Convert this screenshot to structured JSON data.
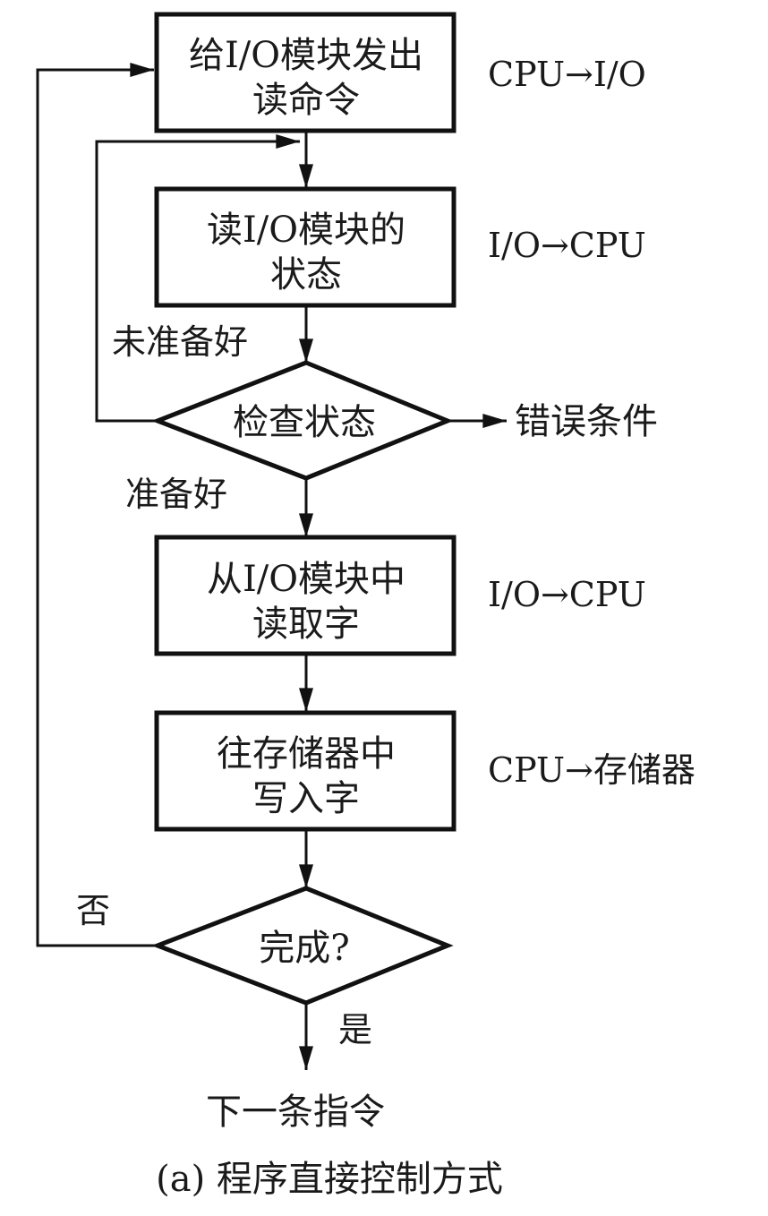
{
  "diagram": {
    "caption": "(a) 程序直接控制方式",
    "nodes": [
      {
        "id": "issue-read",
        "type": "process",
        "lines": [
          "给I/O模块发出",
          "读命令"
        ],
        "side_note": "CPU→I/O"
      },
      {
        "id": "read-status",
        "type": "process",
        "lines": [
          "读I/O模块的",
          "状态"
        ],
        "side_note": "I/O→CPU"
      },
      {
        "id": "check-status",
        "type": "decision",
        "lines": [
          "检查状态"
        ],
        "side_note": ""
      },
      {
        "id": "read-word",
        "type": "process",
        "lines": [
          "从I/O模块中",
          "读取字"
        ],
        "side_note": "I/O→CPU"
      },
      {
        "id": "write-word",
        "type": "process",
        "lines": [
          "往存储器中",
          "写入字"
        ],
        "side_note": "CPU→存储器"
      },
      {
        "id": "done-check",
        "type": "decision",
        "lines": [
          "完成?"
        ],
        "side_note": ""
      }
    ],
    "edge_labels": {
      "not_ready": "未准备好",
      "ready": "准备好",
      "error": "错误条件",
      "no": "否",
      "yes": "是",
      "next_instruction": "下一条指令"
    }
  }
}
